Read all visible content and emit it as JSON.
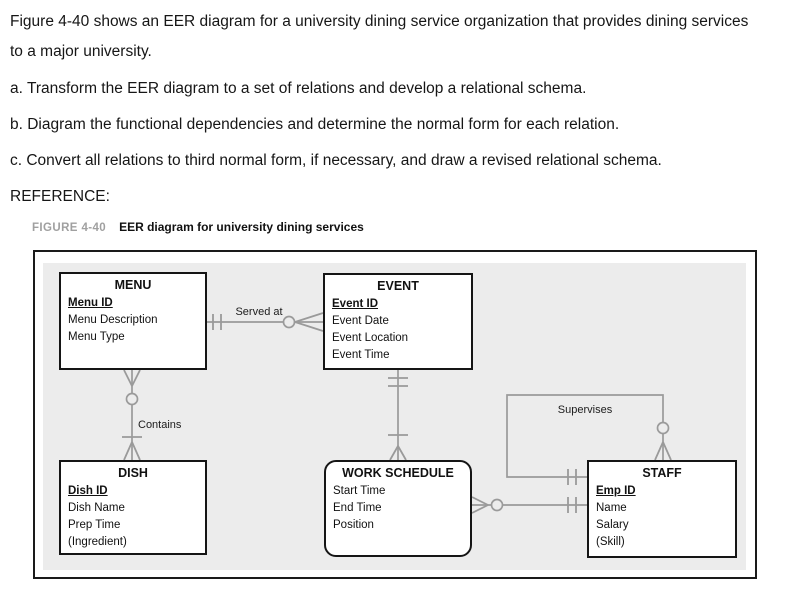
{
  "question": {
    "intro": "Figure 4-40 shows an EER diagram for a university dining service organization that provides dining services to a major university.",
    "items": [
      "a. Transform the EER diagram to a set of relations and develop a relational schema.",
      "b. Diagram the functional dependencies and determine the normal form for each relation.",
      "c. Convert all relations to third normal form, if necessary, and draw a revised relational schema."
    ],
    "reference_label": "REFERENCE:"
  },
  "figure": {
    "label": "FIGURE 4-40",
    "caption": "EER diagram for university dining services"
  },
  "diagram": {
    "entities": {
      "menu": {
        "title": "MENU",
        "attributes": [
          "Menu ID",
          "Menu Description",
          "Menu Type"
        ]
      },
      "event": {
        "title": "EVENT",
        "attributes": [
          "Event ID",
          "Event Date",
          "Event Location",
          "Event Time"
        ]
      },
      "dish": {
        "title": "DISH",
        "attributes": [
          "Dish ID",
          "Dish Name",
          "Prep Time",
          "(Ingredient)"
        ]
      },
      "work_schedule": {
        "title": "WORK SCHEDULE",
        "attributes": [
          "Start Time",
          "End Time",
          "Position"
        ]
      },
      "staff": {
        "title": "STAFF",
        "attributes": [
          "Emp ID",
          "Name",
          "Salary",
          "(Skill)"
        ]
      }
    },
    "relationships": {
      "served_at": "Served at",
      "contains": "Contains",
      "supervises": "Supervises"
    },
    "notation": {
      "served_at": {
        "menu_end": "one-and-only-one",
        "event_end": "zero-or-many"
      },
      "contains": {
        "menu_end": "zero-or-many",
        "dish_end": "one-or-many"
      },
      "event_work_schedule": {
        "event_end": "one-and-only-one",
        "work_schedule_end": "one-or-many"
      },
      "work_schedule_staff": {
        "work_schedule_end": "zero-or-many",
        "staff_end": "one-and-only-one"
      },
      "supervises": {
        "supervisor_end": "one-and-only-one",
        "subordinate_end": "zero-or-many"
      }
    }
  },
  "colors": {
    "panel": "#ececec",
    "connector": "#9a9a9a",
    "entity_border": "#151515",
    "frame_border": "#1a1a1a",
    "caption_label_gray": "#a0a0a0"
  }
}
